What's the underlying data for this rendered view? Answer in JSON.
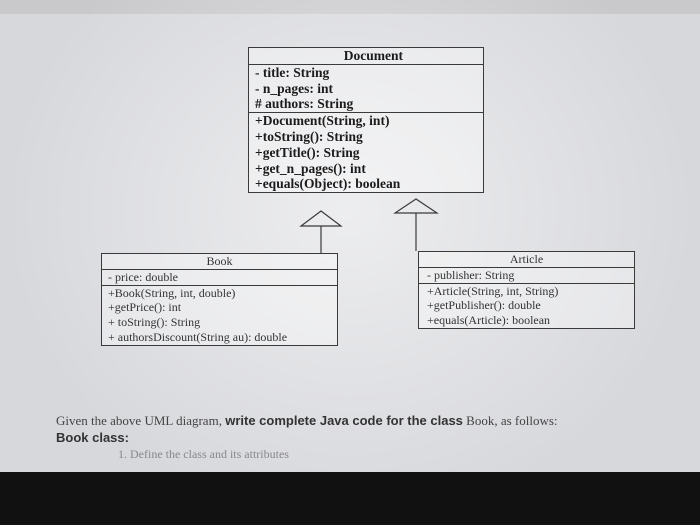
{
  "document": {
    "title": "Document",
    "attributes": [
      "- title: String",
      "- n_pages: int",
      "# authors: String"
    ],
    "methods": [
      "+Document(String, int)",
      "+toString(): String",
      "+getTitle(): String",
      "+get_n_pages(): int",
      "+equals(Object): boolean"
    ]
  },
  "book": {
    "title": "Book",
    "attributes": [
      "- price: double"
    ],
    "methods": [
      "+Book(String, int, double)",
      "+getPrice(): int",
      "+ toString(): String",
      "+ authorsDiscount(String au): double"
    ]
  },
  "article": {
    "title": "Article",
    "attributes": [
      "- publisher: String"
    ],
    "methods": [
      "+Article(String, int, String)",
      "+getPublisher(): double",
      "+equals(Article): boolean"
    ]
  },
  "question": {
    "line1_a": "Given the above UML diagram,",
    "line1_b": "write complete Java code for the class",
    "line1_c": "Book, as follows:",
    "line2": "Book class:",
    "line3": "1.  Define the class and its attributes"
  }
}
